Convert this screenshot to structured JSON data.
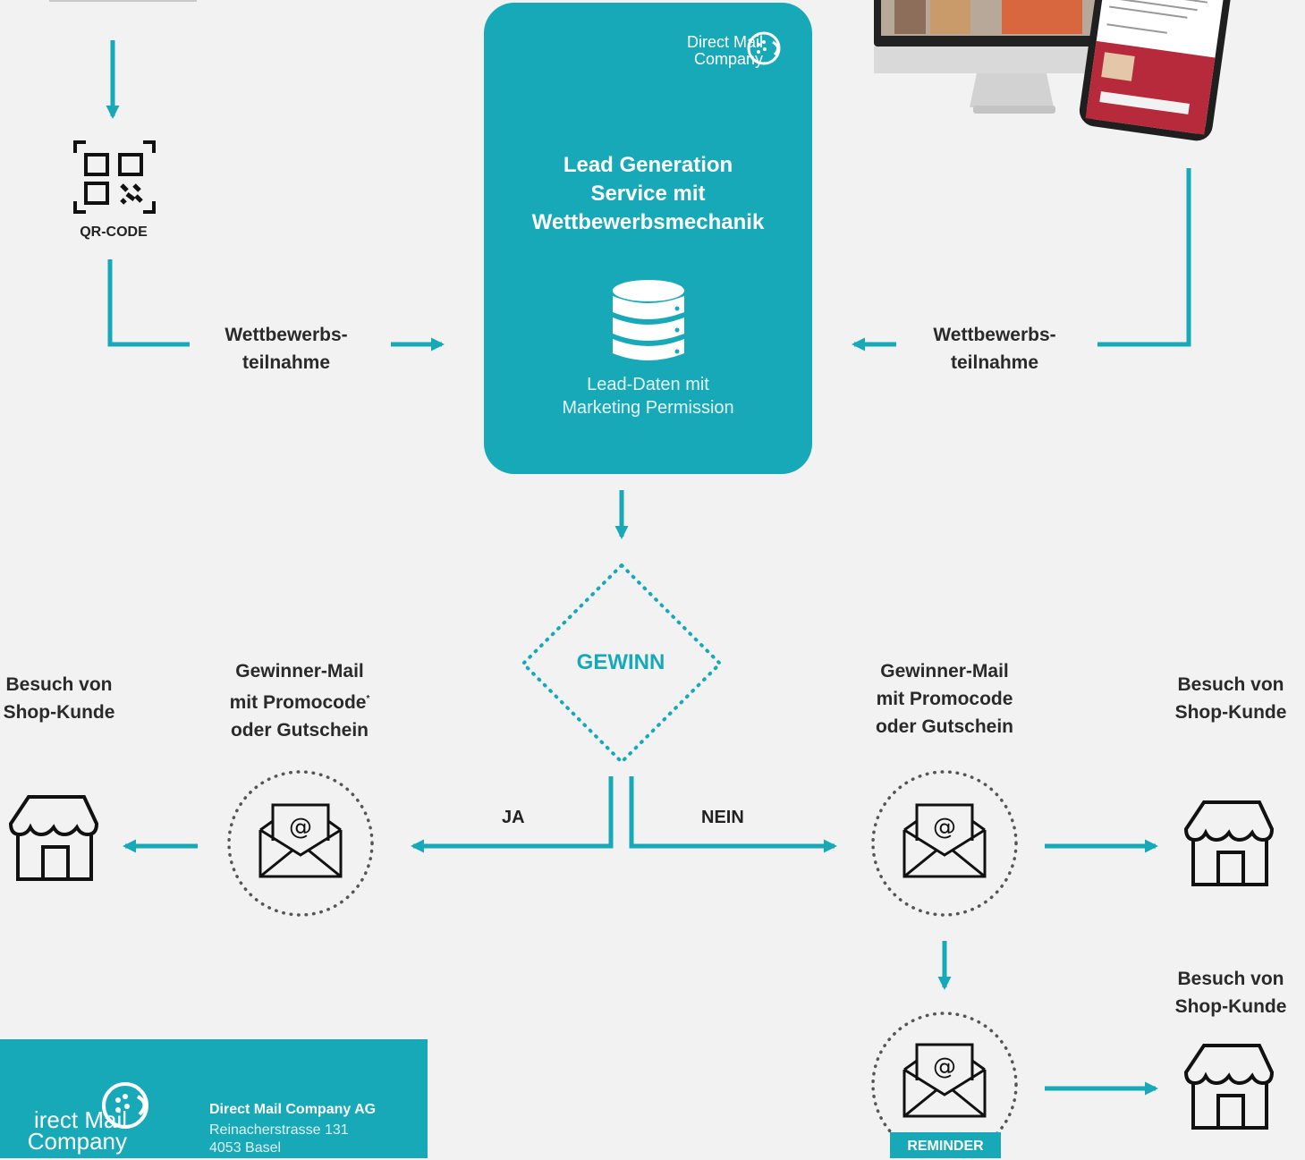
{
  "card": {
    "logo_line1": "Direct Mail",
    "logo_line2": "Company",
    "title_line1": "Lead Generation",
    "title_line2": "Service mit",
    "title_line3": "Wettbewerbsmechanik",
    "db_caption_line1": "Lead-Daten mit",
    "db_caption_line2": "Marketing Permission"
  },
  "qr": {
    "caption": "QR-CODE"
  },
  "participation_left": {
    "line1": "Wettbewerbs-",
    "line2": "teilnahme"
  },
  "participation_right": {
    "line1": "Wettbewerbs-",
    "line2": "teilnahme"
  },
  "decision": {
    "label": "GEWINN",
    "yes": "JA",
    "no": "NEIN"
  },
  "mail_left": {
    "line1": "Gewinner-Mail",
    "line2": "mit Promocode",
    "footnote_mark": "*",
    "line3": "oder Gutschein"
  },
  "mail_right": {
    "line1": "Gewinner-Mail",
    "line2": "mit Promocode",
    "line3": "oder Gutschein"
  },
  "shop_left": {
    "line1": "Besuch von",
    "line2": "Shop-Kunde"
  },
  "shop_right": {
    "line1": "Besuch von",
    "line2": "Shop-Kunde"
  },
  "shop_reminder": {
    "line1": "Besuch von",
    "line2": "Shop-Kunde"
  },
  "reminder": {
    "label": "REMINDER"
  },
  "footer": {
    "logo_line1": "irect Mail",
    "logo_line2": "Company",
    "company": "Direct Mail Company AG",
    "street": "Reinacherstrasse 131",
    "city": "4053 Basel"
  },
  "colors": {
    "accent": "#17a9b8",
    "background": "#f2f2f2",
    "text": "#2a2a2a",
    "icon": "#111111"
  },
  "icons": [
    "mailing-visual",
    "qr-code-icon",
    "database-icon",
    "envelope-at-icon",
    "store-icon",
    "computer-and-phone-visual",
    "cheetah-logo-icon"
  ]
}
